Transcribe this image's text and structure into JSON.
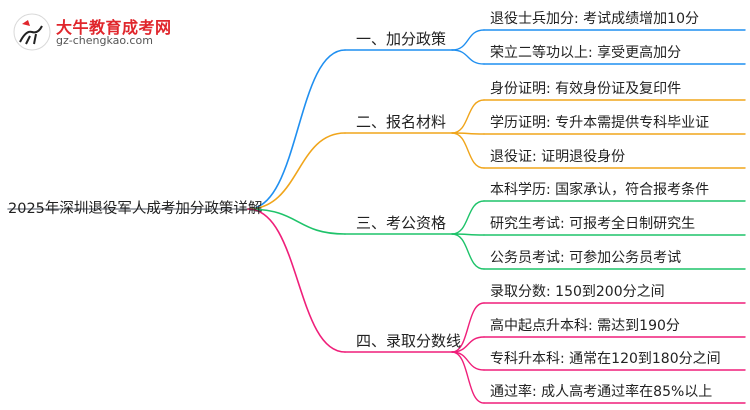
{
  "site": {
    "name": "大牛教育成考网",
    "url": "gz-chengkao.com"
  },
  "root": "2025年深圳退役军人成考加分政策详解",
  "colors": {
    "branch1": "#1f8ff0",
    "branch2": "#f0a51b",
    "branch3": "#1ec36a",
    "branch4": "#ef1f7a",
    "root_line": "#8a8f99"
  },
  "branches": [
    {
      "label": "一、加分政策",
      "items": [
        "退役士兵加分: 考试成绩增加10分",
        "荣立二等功以上: 享受更高加分"
      ]
    },
    {
      "label": "二、报名材料",
      "items": [
        "身份证明: 有效身份证及复印件",
        "学历证明: 专升本需提供专科毕业证",
        "退役证: 证明退役身份"
      ]
    },
    {
      "label": "三、考公资格",
      "items": [
        "本科学历: 国家承认，符合报考条件",
        "研究生考试: 可报考全日制研究生",
        "公务员考试: 可参加公务员考试"
      ]
    },
    {
      "label": "四、录取分数线",
      "items": [
        "录取分数: 150到200分之间",
        "高中起点升本科: 需达到190分",
        "专科升本科: 通常在120到180分之间",
        "通过率: 成人高考通过率在85%以上"
      ]
    }
  ]
}
